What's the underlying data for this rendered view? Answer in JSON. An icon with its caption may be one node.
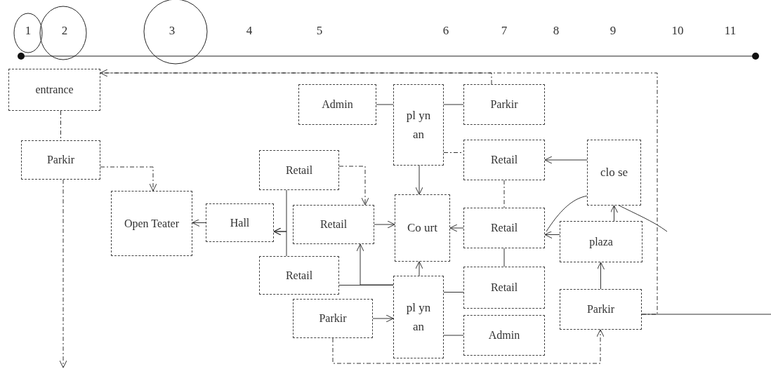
{
  "diagram": {
    "nodes": [
      {
        "text": [
          "entrance"
        ]
      },
      {
        "text": [
          "Parkir"
        ]
      },
      {
        "text": [
          "Open Teater"
        ]
      },
      {
        "text": [
          "Hall"
        ]
      },
      {
        "text": [
          "Retail"
        ]
      },
      {
        "text": [
          "Retail"
        ]
      },
      {
        "text": [
          "Retail"
        ]
      },
      {
        "text": [
          "Parkir"
        ]
      },
      {
        "text": [
          "Admin"
        ]
      },
      {
        "text": [
          "pl yn an"
        ]
      },
      {
        "text": [
          "Parkir"
        ]
      },
      {
        "text": [
          "Retail"
        ]
      },
      {
        "text": [
          "clo se"
        ]
      },
      {
        "text": [
          "Co urt"
        ]
      },
      {
        "text": [
          "Retail"
        ]
      },
      {
        "text": [
          "plaza"
        ]
      },
      {
        "text": [
          "Retail"
        ]
      },
      {
        "text": [
          "pl yn an"
        ]
      },
      {
        "text": [
          "Admin"
        ]
      },
      {
        "text": [
          "Parkir"
        ]
      }
    ],
    "edges": [
      {
        "from": 19,
        "to": 0,
        "arrow": "to",
        "style": "dashed"
      },
      {
        "from": 19,
        "to": null,
        "arrow": "none"
      },
      {
        "from": 0,
        "to": 1,
        "arrow": "none",
        "style": "dashed"
      },
      {
        "from": 1,
        "to": null,
        "arrow": "to",
        "style": "dashed"
      },
      {
        "from": 1,
        "to": 2,
        "arrow": "to",
        "style": "dashed"
      },
      {
        "from": 3,
        "to": 2,
        "arrow": "to"
      },
      {
        "from": 4,
        "to": 3,
        "arrow": "to"
      },
      {
        "from": 6,
        "to": 3,
        "arrow": "to"
      },
      {
        "from": 4,
        "to": 5,
        "arrow": "to",
        "style": "dashed"
      },
      {
        "from": 9,
        "to": 13,
        "arrow": "to"
      },
      {
        "from": 5,
        "to": 13,
        "arrow": "to"
      },
      {
        "from": 14,
        "to": 13,
        "arrow": "to"
      },
      {
        "from": 17,
        "to": 13,
        "arrow": "to"
      },
      {
        "from": 17,
        "to": 5,
        "arrow": "to"
      },
      {
        "from": 6,
        "to": 17,
        "arrow": "none"
      },
      {
        "from": 7,
        "to": 17,
        "arrow": "to"
      },
      {
        "from": 7,
        "to": 19,
        "arrow": "to",
        "style": "dashed"
      },
      {
        "from": 8,
        "to": 9,
        "arrow": "none"
      },
      {
        "from": 9,
        "to": 10,
        "arrow": "none"
      },
      {
        "from": 9,
        "to": 11,
        "arrow": "none",
        "style": "dashed"
      },
      {
        "from": 10,
        "to": 0,
        "arrow": "none",
        "style": "dashed"
      },
      {
        "from": 12,
        "to": 11,
        "arrow": "to"
      },
      {
        "from": 11,
        "to": 14,
        "arrow": "none",
        "style": "dashed"
      },
      {
        "from": 14,
        "to": 16,
        "arrow": "none"
      },
      {
        "from": 15,
        "to": 14,
        "arrow": "to"
      },
      {
        "from": 15,
        "to": 12,
        "arrow": "to"
      },
      {
        "from": 19,
        "to": 15,
        "arrow": "to"
      },
      {
        "from": 17,
        "to": 16,
        "arrow": "none"
      },
      {
        "from": 17,
        "to": 18,
        "arrow": "none"
      }
    ],
    "labels": [
      "1",
      "2",
      "3",
      "4",
      "5",
      "6",
      "7",
      "8",
      "9",
      "10",
      "11"
    ]
  }
}
